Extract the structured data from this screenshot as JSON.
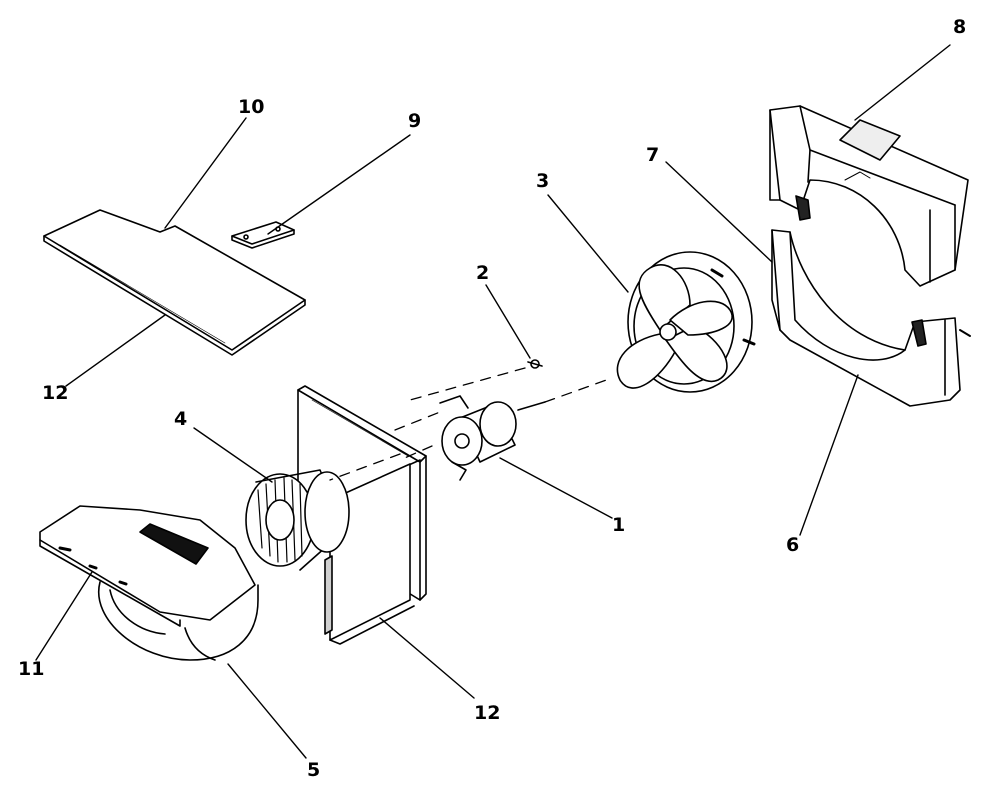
{
  "diagram": {
    "colors": {
      "ink": "#000000",
      "paper": "#ffffff",
      "shade": "#e6e6e6"
    },
    "callouts": [
      {
        "number": "1"
      },
      {
        "number": "2"
      },
      {
        "number": "3"
      },
      {
        "number": "4"
      },
      {
        "number": "5"
      },
      {
        "number": "6"
      },
      {
        "number": "7"
      },
      {
        "number": "8"
      },
      {
        "number": "9"
      },
      {
        "number": "10"
      },
      {
        "number": "11"
      },
      {
        "number": "12"
      },
      {
        "number": "12"
      }
    ]
  }
}
